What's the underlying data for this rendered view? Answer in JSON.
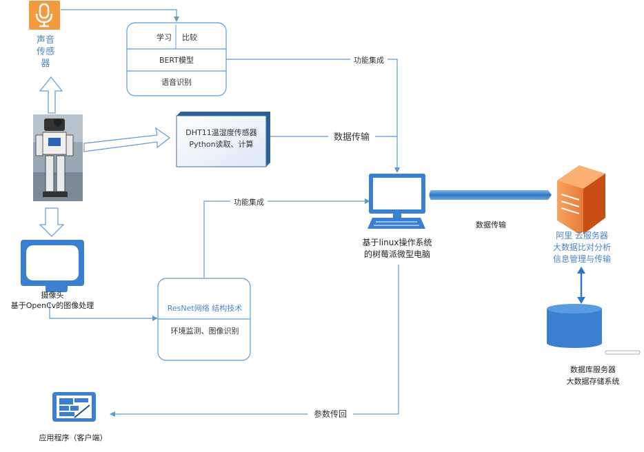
{
  "sound_sensor": {
    "label_1": "声音",
    "label_2": "传感",
    "label_3": "器"
  },
  "model_box": {
    "row1_a": "学习",
    "row1_b": "比较",
    "row2": "BERT模型",
    "row3": "语音识别"
  },
  "dht_box": {
    "line1": "DHT11温湿度传感器",
    "line2": "Python读取、计算"
  },
  "resnet_box": {
    "row1": "ResNet网络 结构技术",
    "row2": "环境监测、图像识别"
  },
  "camera": {
    "label_1": "摄像头",
    "label_2": "基于OpenCv的图像处理"
  },
  "raspberry": {
    "label_1": "基于linux操作系统",
    "label_2": "的树莓派微型电脑"
  },
  "aliyun": {
    "label_1": "阿里 云服务器",
    "label_2": "大数据比对分析",
    "label_3": "信息管理与传输"
  },
  "database": {
    "label_1": "数据库服务器",
    "label_2": "大数据存储系统"
  },
  "app": {
    "label": "应用程序（客户端）"
  },
  "edges": {
    "func_integration_top": "功能集成",
    "data_transfer_mid": "数据传输",
    "func_integration_mid": "功能集成",
    "data_transfer_right": "数据传输",
    "param_return": "参数传回"
  },
  "colors": {
    "line": "#5b9bd5",
    "blue": "#3a7fd0",
    "orange": "#f4a040",
    "server": "#e06a20"
  }
}
